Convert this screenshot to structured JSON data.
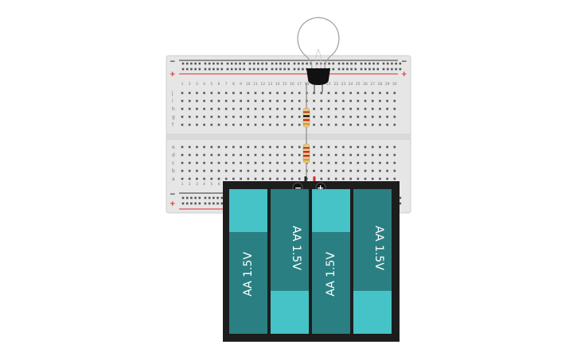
{
  "breadboard": {
    "row_letters_top": [
      "j",
      "i",
      "h",
      "g",
      "f"
    ],
    "row_letters_bottom": [
      "e",
      "d",
      "c",
      "b",
      "a"
    ],
    "rail_plus": "+",
    "rail_minus": "−",
    "column_numbers_sample": [
      "1",
      "5",
      "10",
      "15",
      "20",
      "25",
      "30"
    ]
  },
  "battery_holder": {
    "terminal_minus": "−",
    "terminal_plus": "+",
    "cells": [
      {
        "label": "AA 1.5V",
        "orientation": "up"
      },
      {
        "label": "AA 1.5V",
        "orientation": "down"
      },
      {
        "label": "AA 1.5V",
        "orientation": "up"
      },
      {
        "label": "AA 1.5V",
        "orientation": "down"
      }
    ]
  },
  "colors": {
    "board": "#e6e6e6",
    "rail_red": "#d92d2d",
    "rail_dark": "#333333",
    "cell_light": "#45c3c7",
    "cell_dark": "#2a7f82",
    "holder": "#1d1d1d",
    "resistor_body": "#e9c68f"
  },
  "components": [
    "bulb",
    "resistor",
    "resistor",
    "battery-holder"
  ]
}
